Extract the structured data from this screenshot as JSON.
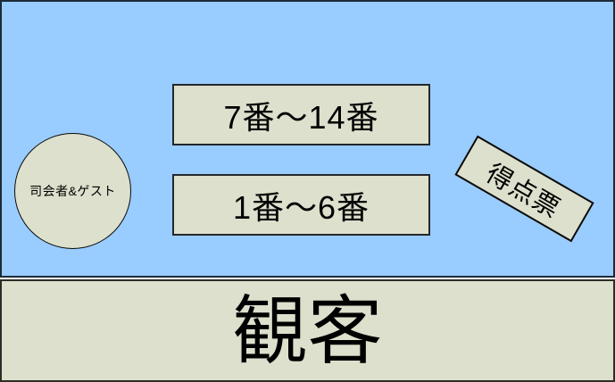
{
  "colors": {
    "stage_bg": "#99ccff",
    "shape_fill": "#dce0cc",
    "stage_border": "#1c2a38",
    "shape_border": "#23272b",
    "text": "#000000"
  },
  "stage": {
    "host_circle": {
      "label": "司会者&ゲスト"
    },
    "seat_blocks": [
      {
        "label": "7番～14番"
      },
      {
        "label": "1番～6番"
      }
    ],
    "score_card": {
      "label": "得点票",
      "rotation_deg": 30
    }
  },
  "audience": {
    "label": "観客"
  }
}
